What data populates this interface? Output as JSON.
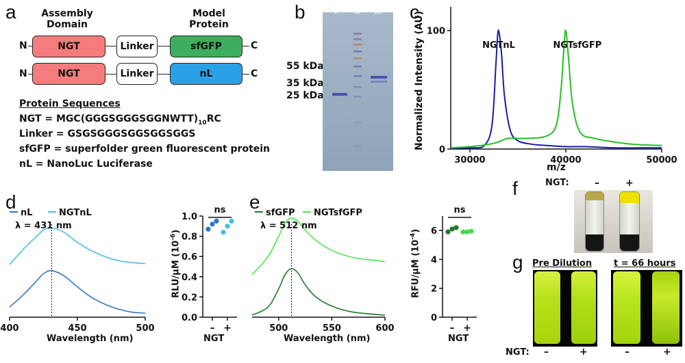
{
  "panels": {
    "a": "a",
    "b": "b",
    "c": "c",
    "d": "d",
    "e": "e",
    "f": "f",
    "g": "g"
  },
  "a": {
    "header_assembly": "Assembly\nDomain",
    "header_model": "Model\nProtein",
    "n_term": "N",
    "c_term": "C",
    "row1": {
      "ngt": "NGT",
      "linker": "Linker",
      "model": "sfGFP"
    },
    "row2": {
      "ngt": "NGT",
      "linker": "Linker",
      "model": "nL"
    },
    "seq_title": "Protein Sequences",
    "seq_ngt_prefix": "NGT = MGC(GGGSGGGSGGNWTT)",
    "seq_ngt_sub": "10",
    "seq_ngt_suffix": "RC",
    "seq_linker": "Linker = GSGSGGGSGGSGGSGGS",
    "seq_sfgfp": "sfGFP = superfolder green fluorescent protein",
    "seq_nl": "nL = NanoLuc Luciferase",
    "colors": {
      "ngt": "#f47c7c",
      "linker": "#ffffff",
      "sfgfp": "#3dae5d",
      "nl": "#2aa1e6"
    }
  },
  "b": {
    "lanes": [
      "i",
      "ii",
      "iii"
    ],
    "markers": [
      "55 kDa",
      "35 kDa",
      "25 kDa"
    ]
  },
  "c": {
    "ylabel": "Normalized Intensity (AU)",
    "xlabel": "m/z",
    "peak_labels": [
      "NGTnL",
      "NGTsfGFP"
    ]
  },
  "d": {
    "legend": [
      "nL",
      "NGTnL"
    ],
    "lambda": "λ = 431 nm",
    "xlabel": "Wavelength (nm)",
    "bar_ylabel_main": "RLU/µM (10",
    "bar_ylabel_exp": "-6",
    "bar_ylabel_end": ")",
    "ns": "ns",
    "bar_xlabel": "NGT",
    "bar_ticks": [
      "–",
      "+"
    ]
  },
  "e": {
    "legend": [
      "sfGFP",
      "NGTsfGFP"
    ],
    "lambda": "λ = 512 nm",
    "xlabel": "Wavelength (nm)",
    "bar_ylabel_main": "RFU/µM (10",
    "bar_ylabel_exp": "-4",
    "bar_ylabel_end": ")",
    "ns": "ns",
    "bar_xlabel": "NGT",
    "bar_ticks": [
      "–",
      "+"
    ]
  },
  "f": {
    "ngt_label": "NGT:",
    "ticks": [
      "–",
      "+"
    ]
  },
  "g": {
    "pre": "Pre Dilution",
    "post": "t = 66 hours",
    "ngt_label": "NGT:",
    "ticks": [
      "–",
      "+",
      "–",
      "+"
    ]
  },
  "chart_data": [
    {
      "panel": "c",
      "type": "line",
      "xlabel": "m/z",
      "ylabel": "Normalized Intensity (AU)",
      "xlim": [
        28000,
        50000
      ],
      "ylim": [
        0,
        120
      ],
      "xticks": [
        30000,
        40000,
        50000
      ],
      "yticks": [
        0,
        100
      ],
      "series": [
        {
          "name": "NGTnL",
          "color": "#1a1aa6",
          "x": [
            28000,
            30000,
            31500,
            32300,
            32700,
            32900,
            33050,
            33300,
            33600,
            34200,
            35000,
            36500,
            38000,
            40000,
            42000,
            45000,
            48000,
            50000
          ],
          "y": [
            1,
            1,
            3,
            20,
            70,
            97,
            98,
            80,
            45,
            16,
            7,
            4,
            3,
            2,
            2,
            1,
            1,
            1
          ]
        },
        {
          "name": "NGTsfGFP",
          "color": "#22c022",
          "x": [
            28000,
            30000,
            32000,
            33000,
            34000,
            36000,
            38000,
            39000,
            39500,
            39800,
            40000,
            40300,
            40700,
            41500,
            43000,
            45000,
            47000,
            50000
          ],
          "y": [
            1,
            2,
            4,
            6,
            9,
            9,
            11,
            20,
            50,
            85,
            100,
            75,
            38,
            14,
            9,
            6,
            4,
            3
          ]
        }
      ]
    },
    {
      "panel": "d",
      "type": "line",
      "xlabel": "Wavelength (nm)",
      "xlim": [
        400,
        500
      ],
      "xticks": [
        400,
        450,
        500
      ],
      "peak_marker": 431,
      "series": [
        {
          "name": "nL",
          "color": "#2f76c9",
          "x": [
            400,
            410,
            420,
            425,
            431,
            440,
            450,
            460,
            470,
            480,
            490,
            500
          ],
          "y": [
            0.1,
            0.22,
            0.36,
            0.43,
            0.46,
            0.41,
            0.3,
            0.2,
            0.13,
            0.08,
            0.05,
            0.04
          ]
        },
        {
          "name": "NGTnL",
          "color": "#46bde5",
          "x": [
            400,
            410,
            420,
            425,
            431,
            440,
            450,
            460,
            470,
            480,
            490,
            500
          ],
          "y": [
            0.52,
            0.67,
            0.8,
            0.86,
            0.88,
            0.84,
            0.74,
            0.66,
            0.6,
            0.56,
            0.54,
            0.53
          ]
        }
      ]
    },
    {
      "panel": "d-bar",
      "type": "scatter",
      "ylabel": "RLU/µM (10-6)",
      "ylim": [
        0,
        1.0
      ],
      "yticks": [
        0,
        0.2,
        0.4,
        0.6,
        0.8,
        1.0
      ],
      "categories": [
        "–",
        "+"
      ],
      "series": [
        {
          "name": "–",
          "color": "#2f76c9",
          "values": [
            0.87,
            0.92,
            0.95
          ]
        },
        {
          "name": "+",
          "color": "#46bde5",
          "values": [
            0.84,
            0.9,
            0.95
          ]
        }
      ]
    },
    {
      "panel": "e",
      "type": "line",
      "xlabel": "Wavelength (nm)",
      "xlim": [
        475,
        600
      ],
      "xticks": [
        500,
        550,
        600
      ],
      "peak_marker": 512,
      "series": [
        {
          "name": "sfGFP",
          "color": "#1e7a2a",
          "x": [
            475,
            490,
            500,
            506,
            512,
            518,
            525,
            535,
            550,
            570,
            600
          ],
          "y": [
            0.02,
            0.1,
            0.28,
            0.42,
            0.48,
            0.44,
            0.32,
            0.2,
            0.11,
            0.05,
            0.02
          ]
        },
        {
          "name": "NGTsfGFP",
          "color": "#4ce84c",
          "x": [
            475,
            490,
            500,
            506,
            512,
            518,
            525,
            535,
            550,
            570,
            600
          ],
          "y": [
            0.42,
            0.6,
            0.8,
            0.93,
            0.98,
            0.95,
            0.86,
            0.76,
            0.66,
            0.59,
            0.55
          ]
        }
      ]
    },
    {
      "panel": "e-bar",
      "type": "scatter",
      "ylabel": "RFU/µM (10-4)",
      "ylim": [
        0,
        7
      ],
      "yticks": [
        0,
        2,
        4,
        6
      ],
      "categories": [
        "–",
        "+"
      ],
      "series": [
        {
          "name": "–",
          "color": "#1e7a2a",
          "values": [
            5.9,
            6.1,
            6.2
          ]
        },
        {
          "name": "+",
          "color": "#3fd94a",
          "values": [
            5.9,
            5.9,
            5.95
          ]
        }
      ]
    }
  ]
}
